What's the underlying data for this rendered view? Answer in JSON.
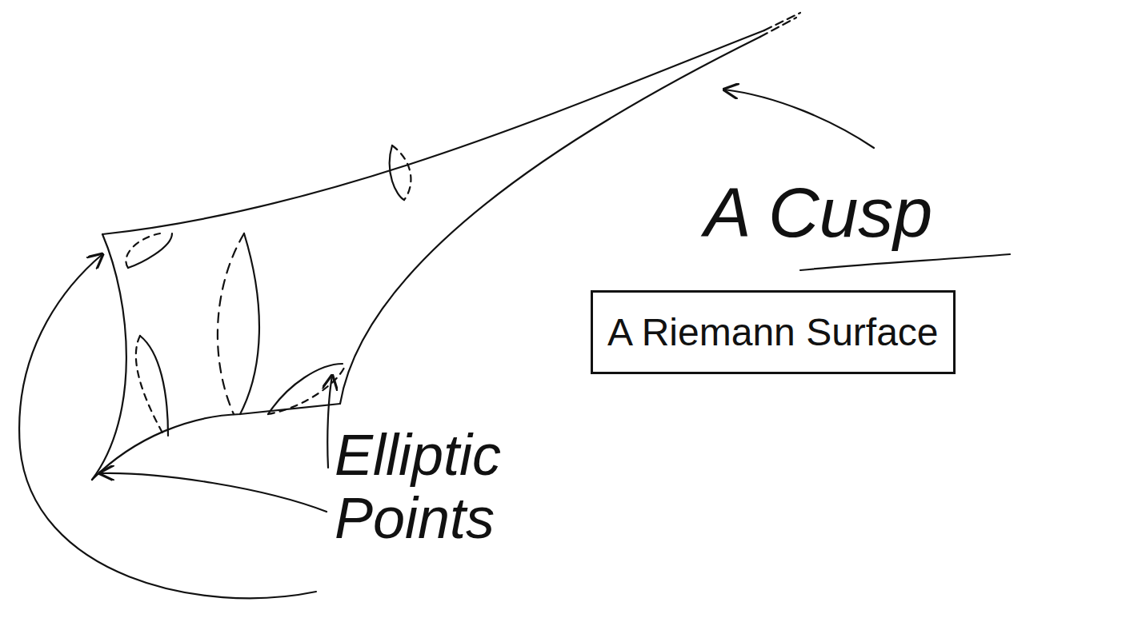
{
  "diagram": {
    "nodes": [
      {
        "text": [
          "A Riemann Surface"
        ]
      }
    ],
    "labels": [
      "A Cusp",
      "Elliptic Points"
    ]
  }
}
